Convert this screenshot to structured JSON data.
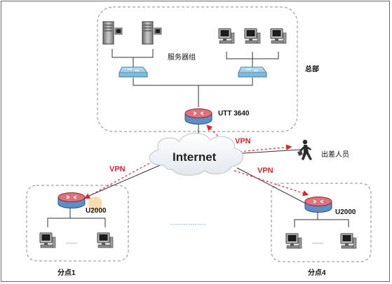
{
  "headquarters": {
    "title": "总部",
    "server_group_label": "服务器组",
    "router_label": "UTT 3640"
  },
  "internet": {
    "label": "Internet"
  },
  "vpn": {
    "label": "VPN"
  },
  "travel": {
    "label": "出差人员"
  },
  "branch1": {
    "title": "分点1",
    "router_label": "U2000",
    "ellipsis": "------"
  },
  "branch4": {
    "title": "分点4",
    "router_label": "U2000",
    "ellipsis": "------"
  },
  "between_branches": {
    "ellipsis": "----------------"
  },
  "colors": {
    "vpn": "#d7262b",
    "router_top": "#e1707a",
    "router_body": "#5b8fc8",
    "switch": "#8ec5e2",
    "dashed_border": "#8a8a8a"
  }
}
